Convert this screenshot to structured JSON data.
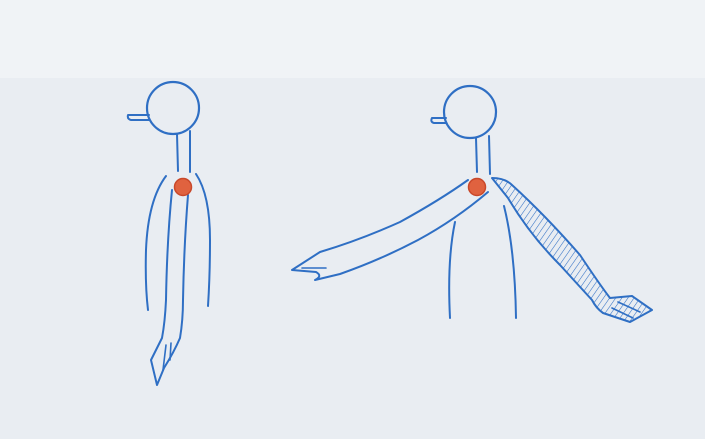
{
  "scene": {
    "kind": "hand-drawn-sketch",
    "figures": [
      {
        "name": "standing-figure-side-view",
        "pose": "arm-hanging-down"
      },
      {
        "name": "figure-arm-swing-view",
        "pose": "arms-extended-back-and-forward"
      }
    ]
  },
  "colors": {
    "paper": "#e9edf2",
    "paper_edge": "#f6f7f9",
    "ink": "#2f6fc4",
    "ink_light": "#5b8fd6",
    "shoulder_joint": "#e0623f",
    "shoulder_joint_edge": "#c9482a"
  }
}
